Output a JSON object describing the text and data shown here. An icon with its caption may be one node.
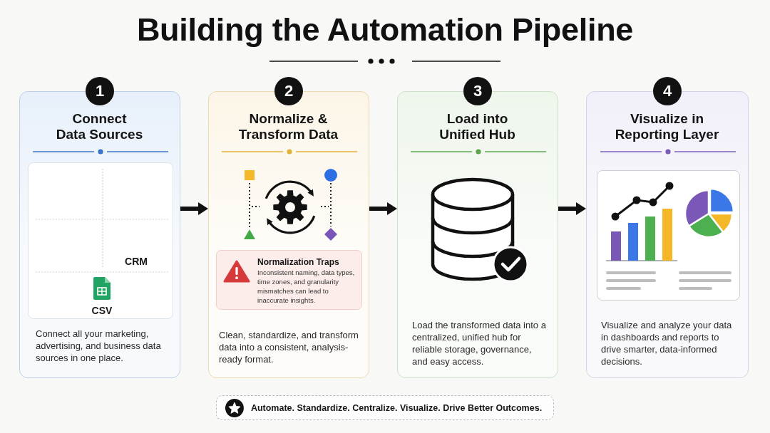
{
  "diagram": {
    "title": "Building the Automation Pipeline",
    "nodes": [
      {
        "text": [
          "Connect Data Sources",
          "Connect all your marketing, advertising, and business data sources in one place."
        ],
        "beside": [
          "1"
        ]
      },
      {
        "text": [
          "CRM",
          "CSV"
        ],
        "in": 0
      },
      {
        "text": [
          "Normalize & Transform Data",
          "Clean, standardize, and transform data into a consistent, analysis-ready format."
        ],
        "beside": [
          "2"
        ]
      },
      {
        "text": [
          "Normalization Traps",
          "Inconsistent naming, data types, time zones, and granularity mismatches can lead to inaccurate insights."
        ],
        "in": 2
      },
      {
        "text": [
          "Load into Unified Hub",
          "Load the transformed data into a centralized, unified hub for reliable storage, governance, and easy access."
        ],
        "beside": [
          "3"
        ]
      },
      {
        "text": [
          "Visualize in Reporting Layer",
          "Visualize and analyze your data in dashboards and reports to drive smarter, data-informed decisions."
        ],
        "beside": [
          "4"
        ]
      },
      {
        "text": [],
        "shape": "box",
        "in": 5
      },
      {
        "text": [
          "Automate. Standardize. Centralize. Visualize. Drive Better Outcomes."
        ]
      }
    ],
    "edges": [
      {
        "from": 0,
        "to": 2,
        "arrow": "to"
      },
      {
        "from": 2,
        "to": 4,
        "arrow": "to"
      },
      {
        "from": 4,
        "to": 5,
        "arrow": "to"
      }
    ]
  }
}
